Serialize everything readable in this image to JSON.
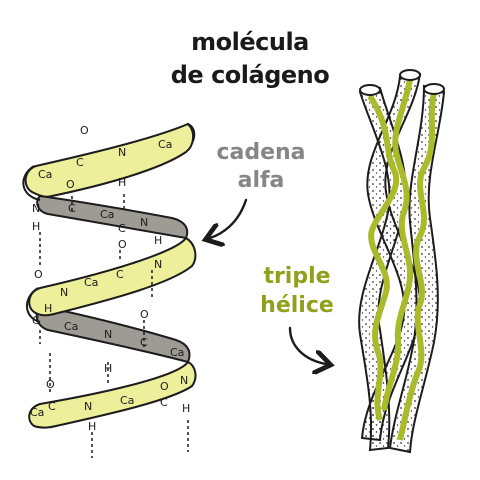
{
  "title": {
    "line1": "molécula",
    "line2": "de colágeno"
  },
  "labels": {
    "alpha_chain": {
      "line1": "cadena",
      "line2": "alfa",
      "color": "#86868a"
    },
    "triple_helix": {
      "line1": "triple",
      "line2": "hélice",
      "color": "#8fa11c"
    }
  },
  "colors": {
    "ribbon_front": "#eeef9a",
    "ribbon_back": "#9e9b95",
    "strand_green": "#a9bb2a",
    "strand_white": "#ffffff",
    "outline": "#1c1c1c"
  },
  "chem": {
    "calpha": "Ca",
    "carbon": "C",
    "nitrogen": "N",
    "oxygen": "O",
    "hydrogen": "H"
  },
  "icons": [
    "arrow-to-alpha-chain-icon",
    "arrow-to-triple-helix-icon"
  ]
}
